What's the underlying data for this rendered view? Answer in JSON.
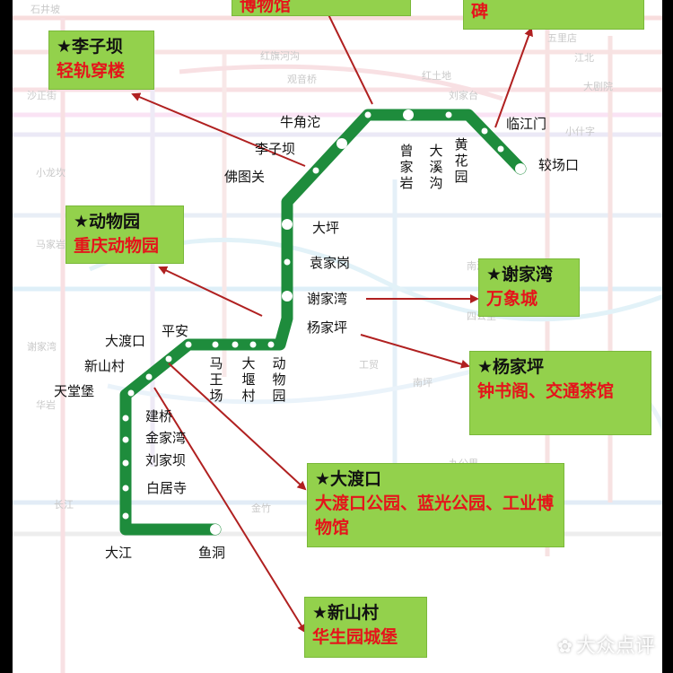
{
  "map": {
    "line_color": "#1e8c3c",
    "arrow_color": "#b02020",
    "card_color": "#93d14c",
    "highlight_color": "#e5141b",
    "stations": {
      "jiaochangkou": "较场口",
      "linjiangmen": "临江门",
      "huanghuayuan": "黄花园",
      "daxigou": "大溪沟",
      "zengjiayan": "曾家岩",
      "niujiaotuo": "牛角沱",
      "liziba": "李子坝",
      "fotuguan": "佛图关",
      "daping": "大坪",
      "yuanjiagang": "袁家岗",
      "xiejiawan": "谢家湾",
      "yangjiaping": "杨家坪",
      "dongwuyuan": "动物园",
      "dayancun": "大堰村",
      "mawangchang": "马王场",
      "pingan": "平安",
      "dadukou": "大渡口",
      "xinshancun": "新山村",
      "tiantangbao": "天堂堡",
      "jianqiao": "建桥",
      "jinjiawan": "金家湾",
      "liujiaba": "刘家坝",
      "baijusi": "白居寺",
      "dajiang": "大江",
      "yudong": "鱼洞"
    },
    "cards": {
      "top_left_partial": "博物馆",
      "top_right_partial": "碑",
      "liziba_title": "★李子坝",
      "liziba_sub": "轻轨穿楼",
      "zoo_title": "★动物园",
      "zoo_sub": "重庆动物园",
      "xiejiawan_title": "★谢家湾",
      "xiejiawan_sub": "万象城",
      "yangjiaping_title": "★杨家坪",
      "yangjiaping_sub": "钟书阁、交通茶馆",
      "dadukou_title": "★大渡口",
      "dadukou_sub": "大渡口公园、蓝光公园、工业博物馆",
      "xinshancun_title": "★新山村",
      "xinshancun_sub": "华生园城堡"
    },
    "watermark": "大众点评"
  }
}
